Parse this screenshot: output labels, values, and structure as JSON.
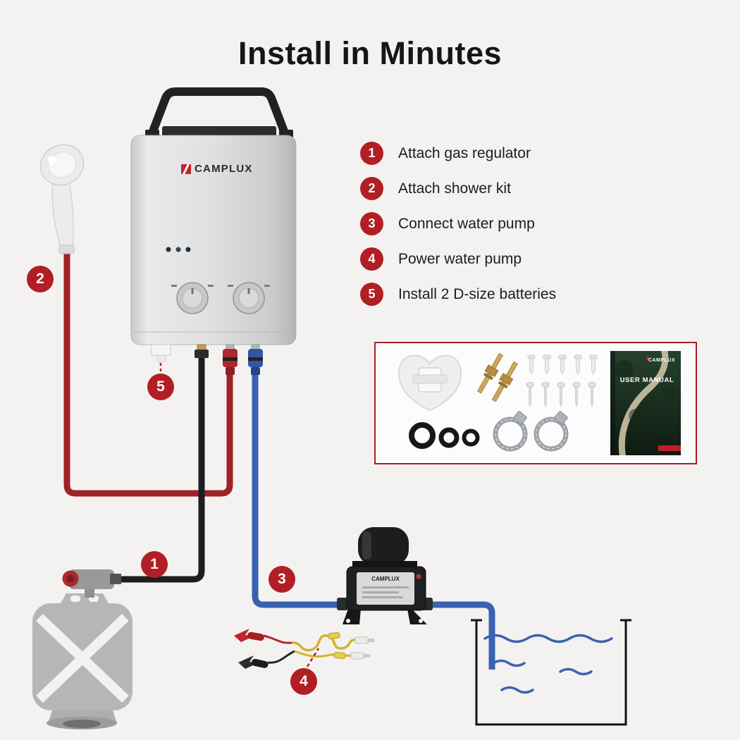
{
  "title": "Install in Minutes",
  "steps": [
    {
      "num": "1",
      "label": "Attach gas regulator"
    },
    {
      "num": "2",
      "label": "Attach shower kit"
    },
    {
      "num": "3",
      "label": "Connect water pump"
    },
    {
      "num": "4",
      "label": "Power water pump"
    },
    {
      "num": "5",
      "label": "Install 2 D-size batteries"
    }
  ],
  "heater": {
    "brand": "CAMPLUX"
  },
  "pump": {
    "brand": "CAMPLUX"
  },
  "manual": {
    "brand": "CAMPLUX",
    "title": "USER MANUAL"
  },
  "colors": {
    "background": "#f3f2f0",
    "accent_red": "#b11e24",
    "hose_red": "#9e2227",
    "hose_blue": "#3a62b2",
    "hose_black": "#1d1d1f",
    "heater_silver": "#d9dadb"
  }
}
